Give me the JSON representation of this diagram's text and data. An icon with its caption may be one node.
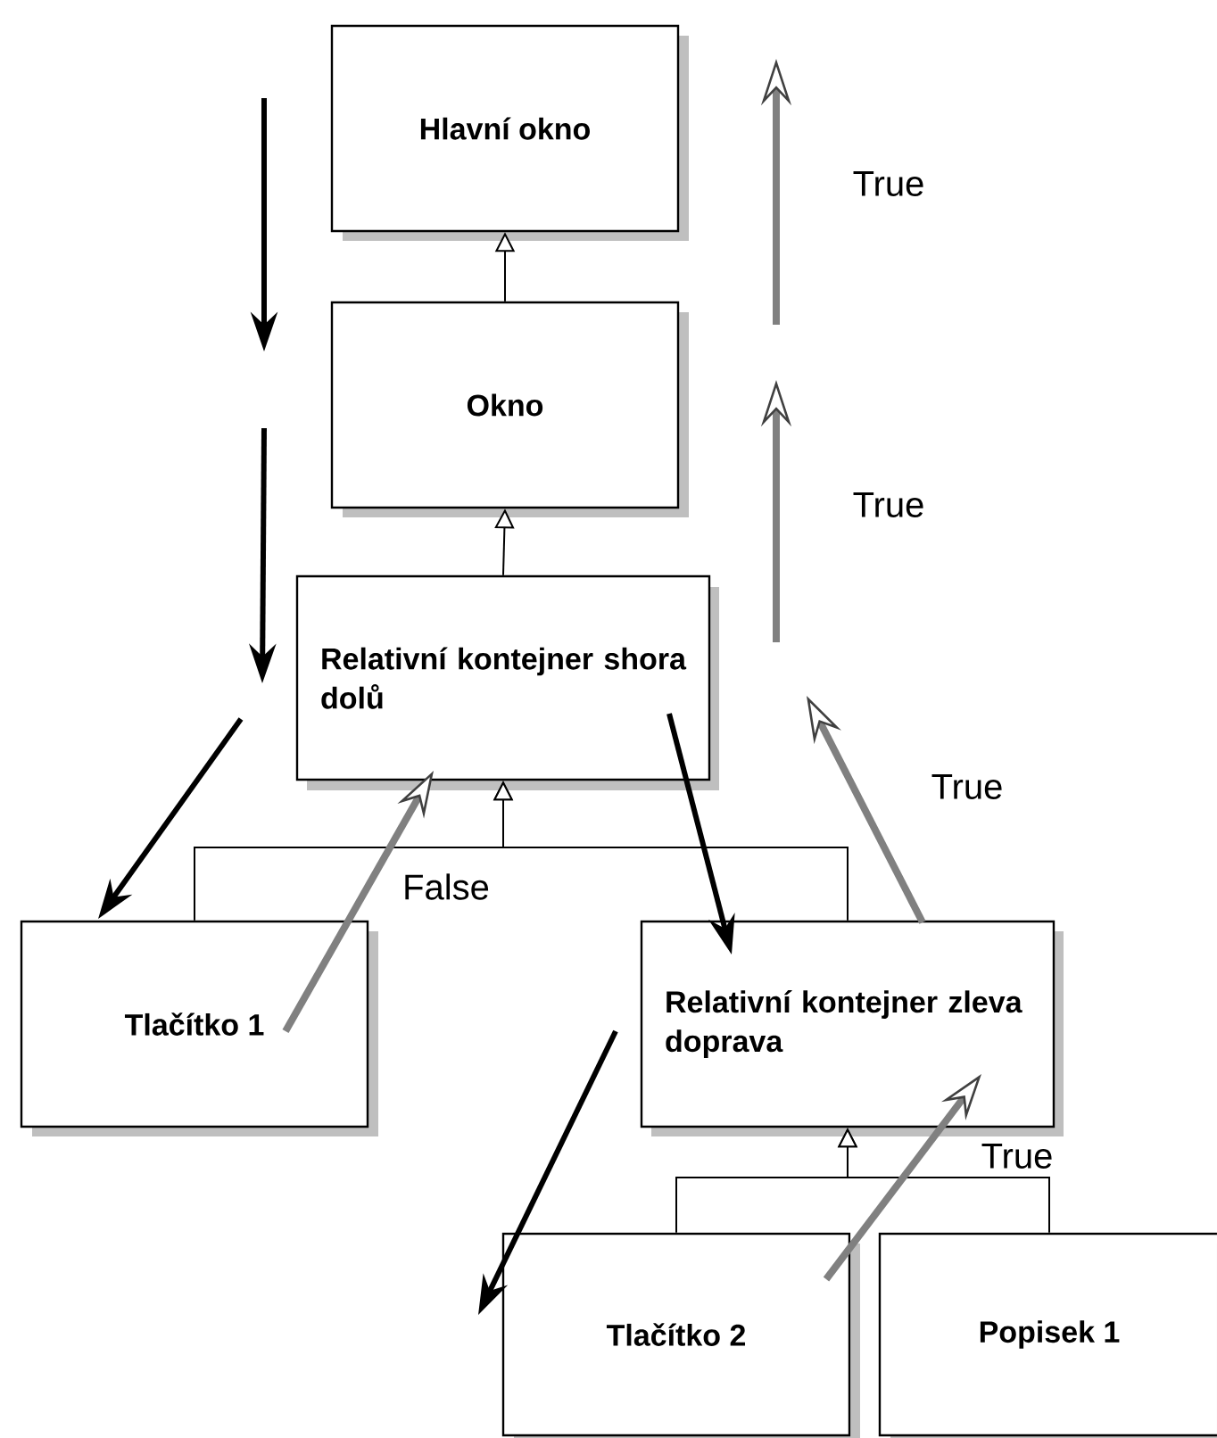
{
  "diagram": {
    "nodes": [
      {
        "text": [
          "Hlavní okno"
        ]
      },
      {
        "text": [
          "Okno"
        ]
      },
      {
        "text": [
          "Relativní kontejner shora dolů"
        ]
      },
      {
        "text": [
          "Tlačítko 1"
        ]
      },
      {
        "text": [
          "Relativní kontejner zleva doprava"
        ]
      },
      {
        "text": [
          "Tlačítko 2"
        ]
      },
      {
        "text": [
          "Popisek 1"
        ]
      }
    ],
    "edges": [
      {
        "from": 1,
        "to": 0,
        "arrow": "to"
      },
      {
        "from": 2,
        "to": 1,
        "arrow": "to"
      },
      {
        "from": 3,
        "to": 2,
        "arrow": "to"
      },
      {
        "from": 4,
        "to": 2,
        "arrow": "to"
      },
      {
        "from": 5,
        "to": 4,
        "arrow": "to"
      },
      {
        "from": 6,
        "to": 4,
        "arrow": "to"
      },
      {
        "from": null,
        "to": 3,
        "arrow": "to",
        "style": "thick"
      },
      {
        "from": 2,
        "to": 4,
        "arrow": "to",
        "style": "thick"
      },
      {
        "from": 3,
        "to": 2,
        "arrow": "to",
        "style": "thick",
        "color": "#808080",
        "label": "False"
      },
      {
        "from": 4,
        "to": null,
        "arrow": "to",
        "style": "thick",
        "color": "#808080",
        "label": "True"
      },
      {
        "from": 5,
        "to": 4,
        "arrow": "to",
        "style": "thick",
        "color": "#808080",
        "label": "True"
      }
    ],
    "labels": [
      "True",
      "True"
    ]
  }
}
